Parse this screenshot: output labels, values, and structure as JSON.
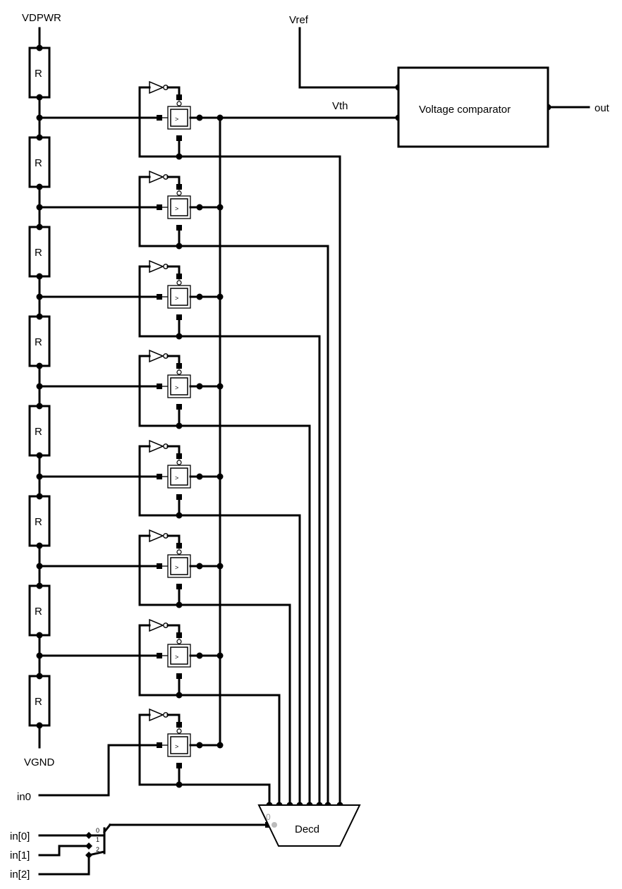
{
  "labels": {
    "vdpwr": "VDPWR",
    "vgnd": "VGND",
    "vref": "Vref",
    "vth": "Vth",
    "comparator": "Voltage comparator",
    "out": "out",
    "in0": "in0",
    "in_bits": [
      "in[0]",
      "in[1]",
      "in[2]"
    ],
    "decoder": "Decd",
    "decoder_zero": "0",
    "bus_indices": [
      "0",
      "1",
      "2"
    ],
    "resistor": "R",
    "switch_symbol": ">"
  },
  "resistor_count": 8,
  "switch_count": 8
}
